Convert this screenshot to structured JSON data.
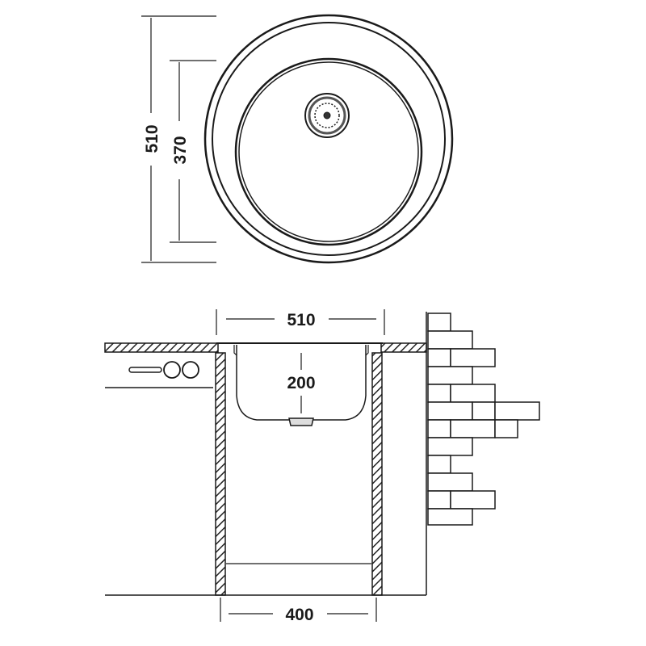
{
  "top_view": {
    "outer_diameter_label": "510",
    "bowl_diameter_label": "370"
  },
  "side_view": {
    "width_label": "510",
    "depth_label": "200",
    "cabinet_width_label": "400"
  },
  "colors": {
    "line": "#1a1a1a",
    "background": "#ffffff"
  }
}
